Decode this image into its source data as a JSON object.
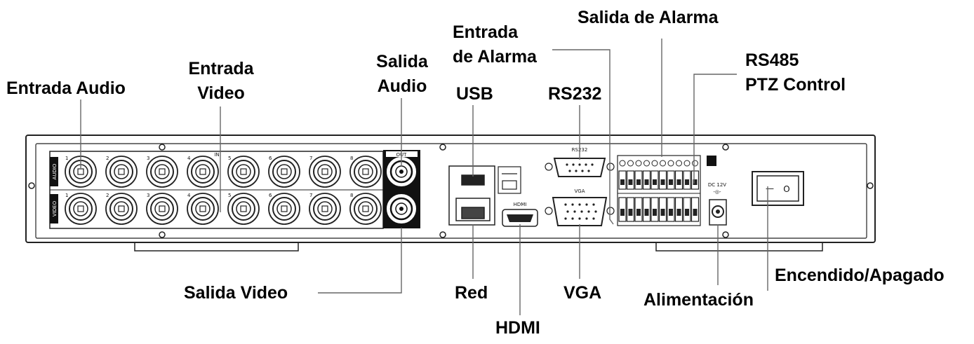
{
  "labels": {
    "entrada_audio": "Entrada Audio",
    "entrada_video_1": "Entrada",
    "entrada_video_2": "Video",
    "salida_audio_1": "Salida",
    "salida_audio_2": "Audio",
    "entrada_alarma_1": "Entrada",
    "entrada_alarma_2": "de Alarma",
    "usb": "USB",
    "rs232": "RS232",
    "salida_alarma": "Salida de Alarma",
    "rs485_1": "RS485",
    "rs485_2": "PTZ Control",
    "salida_video": "Salida Video",
    "red": "Red",
    "hdmi": "HDMI",
    "vga": "VGA",
    "alimentacion": "Alimentación",
    "encendido": "Encendido/Apagado"
  },
  "panel_text": {
    "audio": "AUDIO",
    "video": "VIDEO",
    "in": "IN",
    "out": "OUT",
    "rs232": "RS232",
    "vga": "VGA",
    "hdmi": "HDMI",
    "dc": "DC 12V",
    "switch_on": "—",
    "switch_off": "O",
    "channels": [
      "1",
      "2",
      "3",
      "4",
      "5",
      "6",
      "7",
      "8"
    ]
  }
}
